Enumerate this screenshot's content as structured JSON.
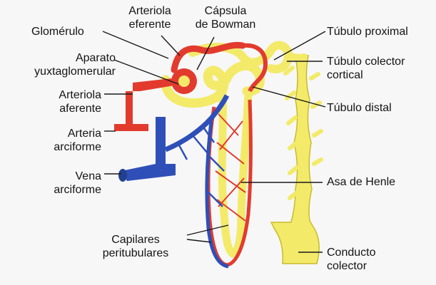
{
  "labels": {
    "glomerulo": "Glomérulo",
    "arteriola_eferente": [
      "Arteriola",
      "eferente"
    ],
    "capsula_bowman": [
      "Cápsula",
      "de Bowman"
    ],
    "tubulo_proximal": "Túbulo proximal",
    "aparato_yuxtaglomerular": [
      "Aparato",
      "yuxtaglomerular"
    ],
    "tubulo_colector_cortical": [
      "Túbulo colector",
      "cortical"
    ],
    "arteriola_aferente": [
      "Arteriola",
      "aferente"
    ],
    "tubulo_distal": "Túbulo distal",
    "arteria_arciforme": [
      "Arteria",
      "arciforme"
    ],
    "vena_arciforme": [
      "Vena",
      "arciforme"
    ],
    "asa_de_henle": "Asa de Henle",
    "capilares_peritubulares": [
      "Capilares",
      "peritubulares"
    ],
    "conducto_colector": [
      "Conducto",
      "colector"
    ]
  },
  "colors": {
    "artery": "#e23b2e",
    "vein": "#2f4fb8",
    "tubule": "#f3ea6a",
    "tubule_outline": "#c9bb2c",
    "leader": "#1a1a1a",
    "background": "#f7f7f7"
  }
}
